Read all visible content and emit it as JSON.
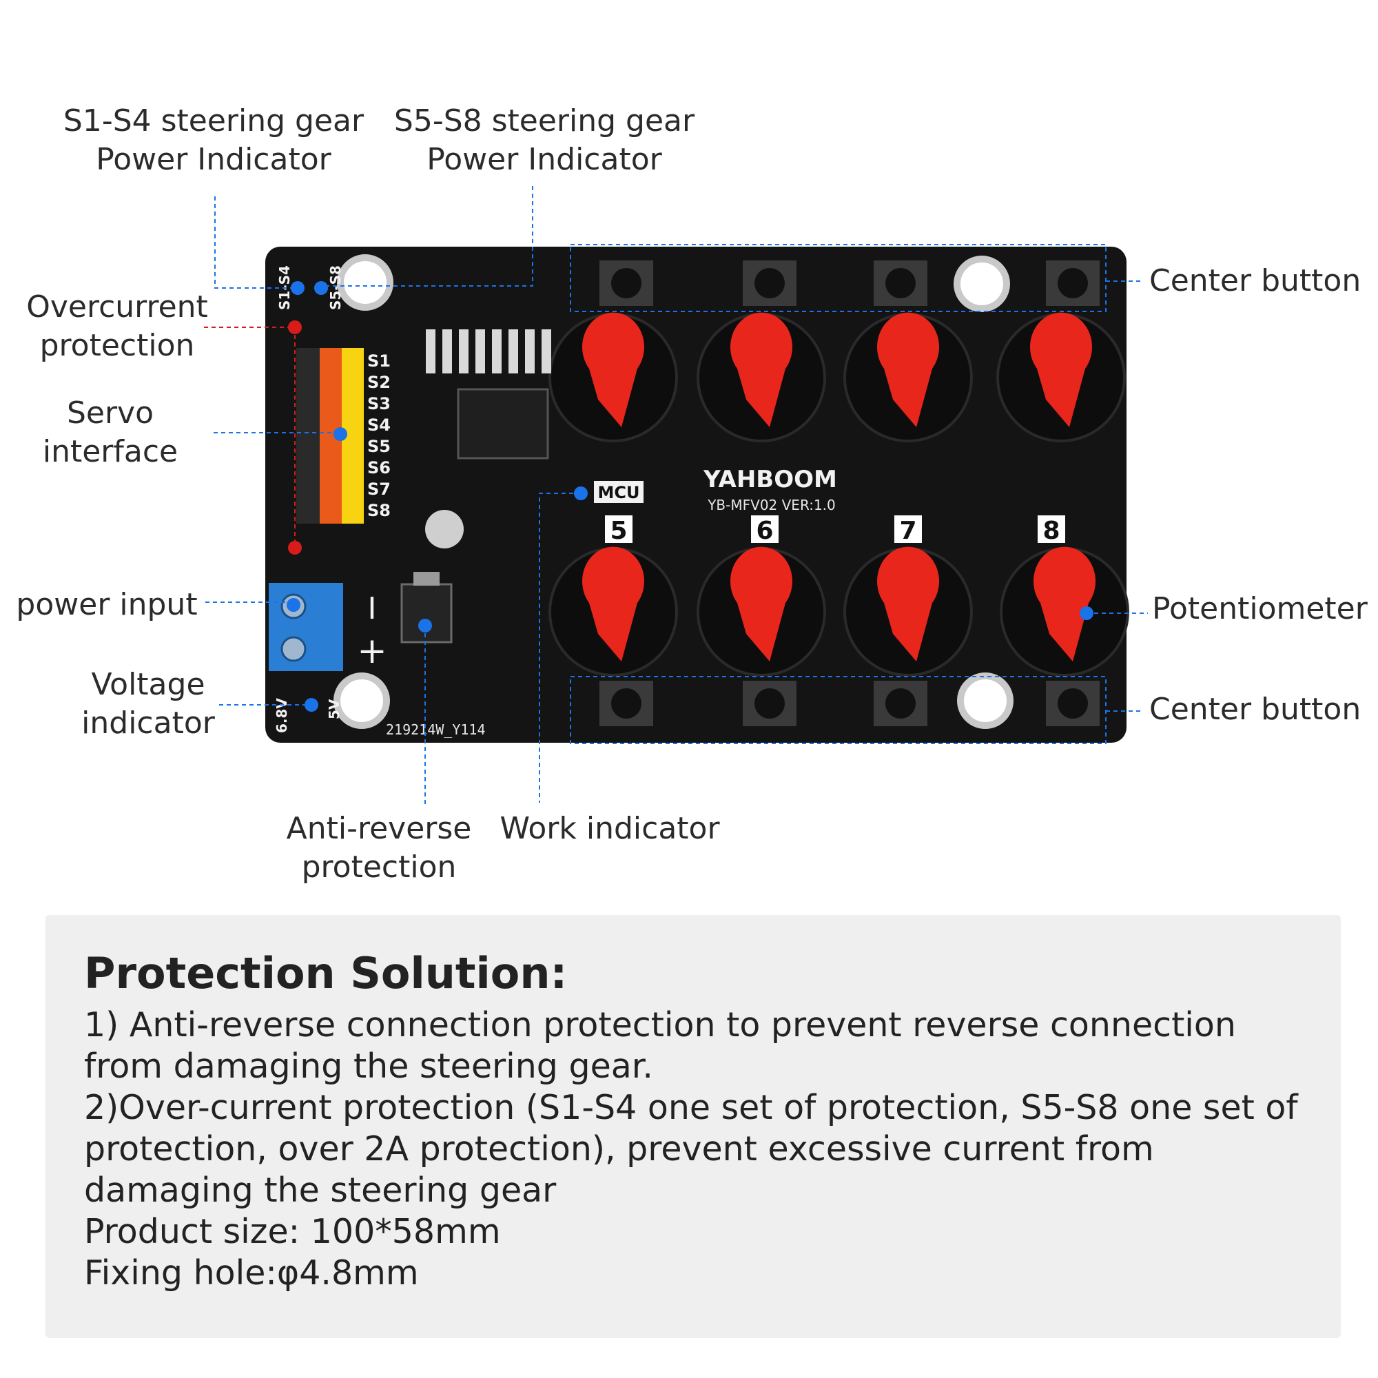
{
  "labels": {
    "s1s4_line1": "S1-S4 steering gear",
    "s1s4_line2": "Power Indicator",
    "s5s8_line1": "S5-S8 steering gear",
    "s5s8_line2": "Power Indicator",
    "overcurrent_line1": "Overcurrent",
    "overcurrent_line2": "protection",
    "servo_line1": "Servo",
    "servo_line2": "interface",
    "power_input": "power input",
    "voltage_line1": "Voltage",
    "voltage_line2": "indicator",
    "anti_line1": "Anti-reverse",
    "anti_line2": "protection",
    "work_indicator": "Work indicator",
    "center_button_top": "Center button",
    "center_button_bottom": "Center button",
    "potentiometer": "Potentiometer"
  },
  "board": {
    "brand": "YAHBOOM",
    "model": "YB-MFV02  VER:1.0",
    "serial": "219214W_Y114",
    "mcu": "MCU",
    "servo_pins": [
      "S1",
      "S2",
      "S3",
      "S4",
      "S5",
      "S6",
      "S7",
      "S8"
    ],
    "knob_numbers_bottom": [
      "5",
      "6",
      "7",
      "8"
    ],
    "silk_s1s4": "S1-S4",
    "silk_s5s8": "S5-S8",
    "silk_voltage": "6.8V",
    "silk_5v": "5V"
  },
  "colors": {
    "pcb": "#141414",
    "knob_red": "#e8261c",
    "annotation_blue": "#1a73e8",
    "annotation_red": "#d81b1b",
    "terminal_blue": "#2a7fd4"
  },
  "panel": {
    "title": "Protection Solution:",
    "line1": "1) Anti-reverse connection protection to prevent reverse connection from damaging the steering gear.",
    "line2": "2)Over-current protection (S1-S4 one set of protection, S5-S8 one set of protection, over 2A protection), prevent excessive current from damaging the steering gear",
    "line3": "Product size: 100*58mm",
    "line4": "Fixing hole:φ4.8mm"
  }
}
